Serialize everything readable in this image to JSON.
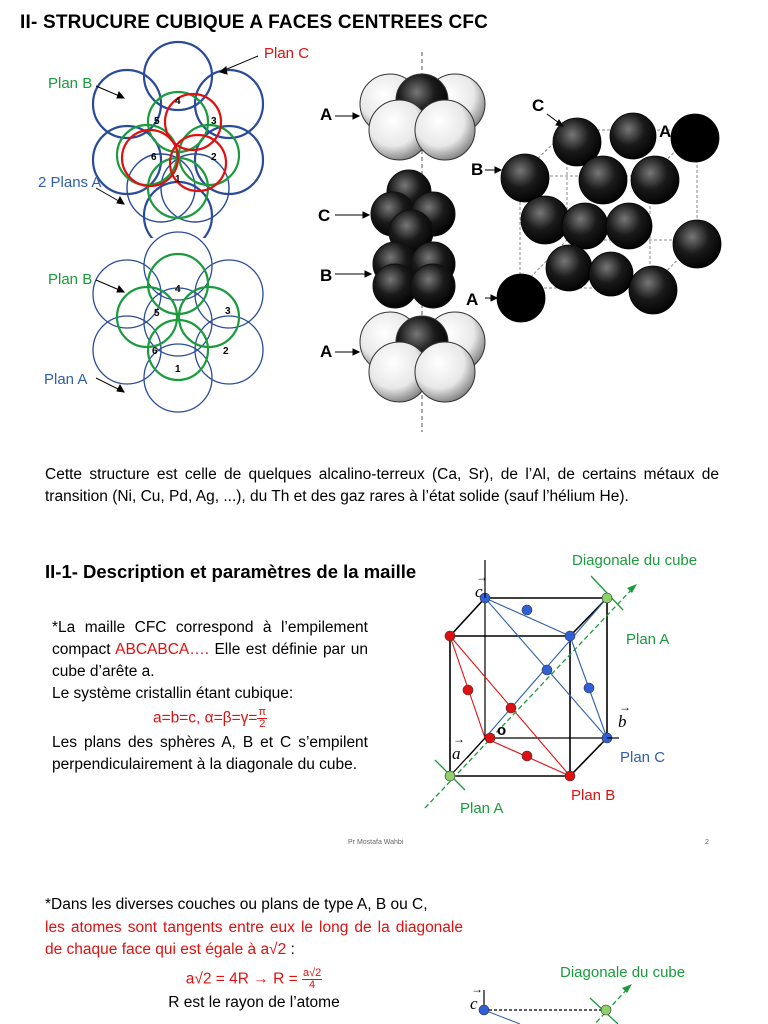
{
  "title": "II- STRUCURE CUBIQUE A FACES CENTREES CFC",
  "diagram1": {
    "plan_c": "Plan C",
    "plan_b": "Plan B",
    "plans_a": "2 Plans A",
    "numbers": [
      "1",
      "2",
      "3",
      "4",
      "5",
      "6"
    ]
  },
  "diagram2": {
    "plan_b": "Plan B",
    "plan_a": "Plan A"
  },
  "stack": {
    "labels": [
      "A",
      "C",
      "B",
      "A"
    ]
  },
  "cube1": {
    "labels": [
      "C",
      "A",
      "B",
      "A"
    ]
  },
  "paragraph": "Cette structure est celle de quelques alcalino-terreux (Ca, Sr), de l’Al, de certains métaux de transition (Ni, Cu, Pd, Ag, ...), du Th et des gaz rares à l’état solide (sauf l’hélium He).",
  "section": {
    "heading": "II-1- Description et paramètres de la maille",
    "line1_prefix": "*La maille CFC correspond à l’empilement compact ",
    "line1_highlight": "ABCABCA….",
    "line1_suffix": " Elle est définie par un cube d’arête a.",
    "line2": "Le système cristallin étant cubique:",
    "formula": "a=b=c, α=β=γ=",
    "formula_num": "π",
    "formula_den": "2",
    "line3": "Les plans des sphères A, B et C s’empilent perpendiculairement à la diagonale du cube."
  },
  "cube2": {
    "diagonal_label": "Diagonale du cube",
    "plan_a_top": "Plan A",
    "plan_a_bottom": "Plan A",
    "plan_b": "Plan B",
    "plan_c": "Plan C",
    "origin": "o",
    "vec_a": "a",
    "vec_b": "b",
    "vec_c": "c"
  },
  "footer": {
    "author": "Pr Mostafa Wahbi",
    "page": "2"
  },
  "page2": {
    "p1_black": "*Dans les diverses couches ou plans de type A, B ou C,",
    "p1_red": "les atomes sont tangents entre eux le long de la diagonale de chaque face qui est égale à a√2",
    "p1_end": " :",
    "formula_left": "a√2 = 4R → R = ",
    "formula_num": "a√2",
    "formula_den": "4",
    "p2": "R est le rayon de l’atome",
    "cube_label": "Diagonale du cube",
    "vec_c": "c"
  },
  "colors": {
    "green": "#1a9b3c",
    "red": "#e01010",
    "blue": "#3060a8",
    "dark_blue": "#2a4a9a"
  }
}
